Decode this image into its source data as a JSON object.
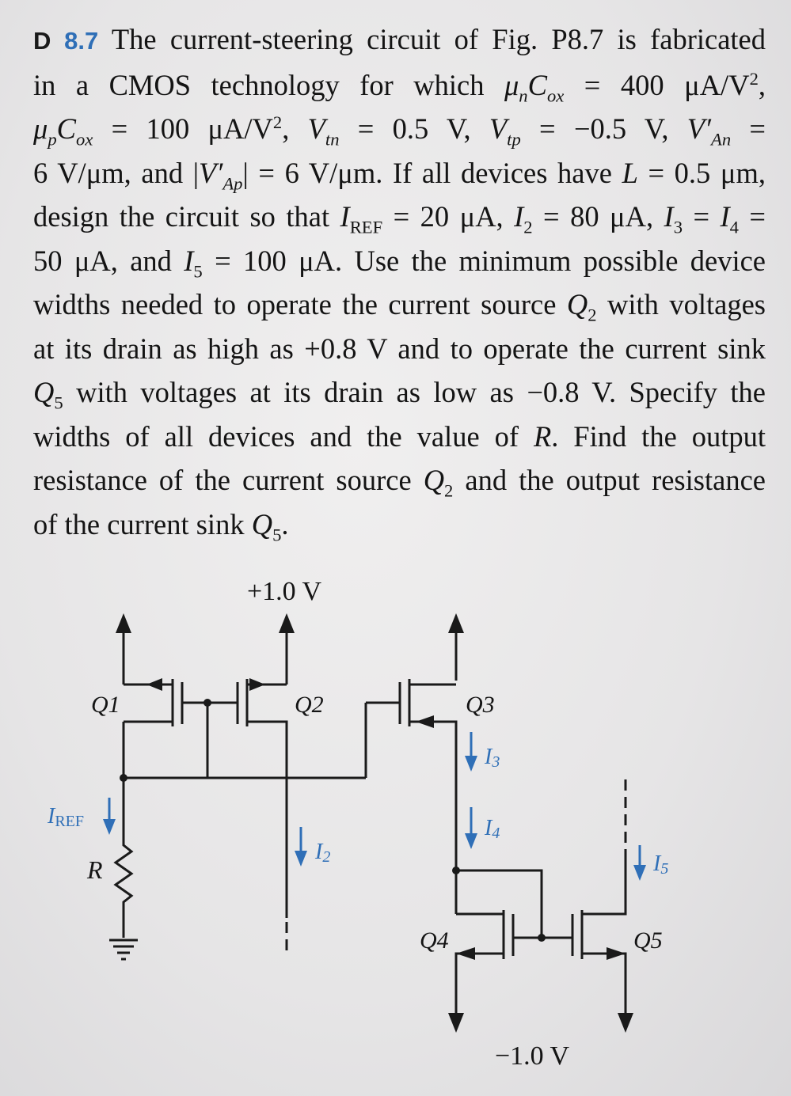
{
  "problem": {
    "id": "D 8.7",
    "id_prefix": "D",
    "id_number": "8.7",
    "lines": [
      "The current-steering circuit of Fig. P8.7 is fabricated",
      "in a CMOS technology for which μnCox = 400 μA/V²,",
      "μpCox = 100 μA/V², Vtn = 0.5 V, Vtp = −0.5 V, V′An =",
      "6 V/μm, and |V′Ap| = 6 V/μm. If all devices have L = 0.5 μm,",
      "design the circuit so that IREF = 20 μA, I2 = 80 μA, I3 = I4 =",
      "50 μA, and I5 = 100 μA. Use the minimum possible device",
      "widths needed to operate the current source Q2 with voltages",
      "at its drain as high as +0.8 V and to operate the current sink",
      "Q5 with voltages at its drain as low as −0.8 V. Specify the",
      "widths of all devices and the value of R. Find the output",
      "resistance of the current source Q2 and the output resistance",
      "of the current sink Q5."
    ]
  },
  "figure": {
    "supply_positive": "+1.0 V",
    "supply_negative": "−1.0 V",
    "transistors": [
      "Q1",
      "Q2",
      "Q3",
      "Q4",
      "Q5"
    ],
    "resistor": "R",
    "currents": [
      "IREF",
      "I2",
      "I3",
      "I4",
      "I5"
    ],
    "colors": {
      "arrow": "#2f6fb7",
      "wire": "#1a1a1a",
      "problem_number": "#2f6fb7"
    }
  }
}
